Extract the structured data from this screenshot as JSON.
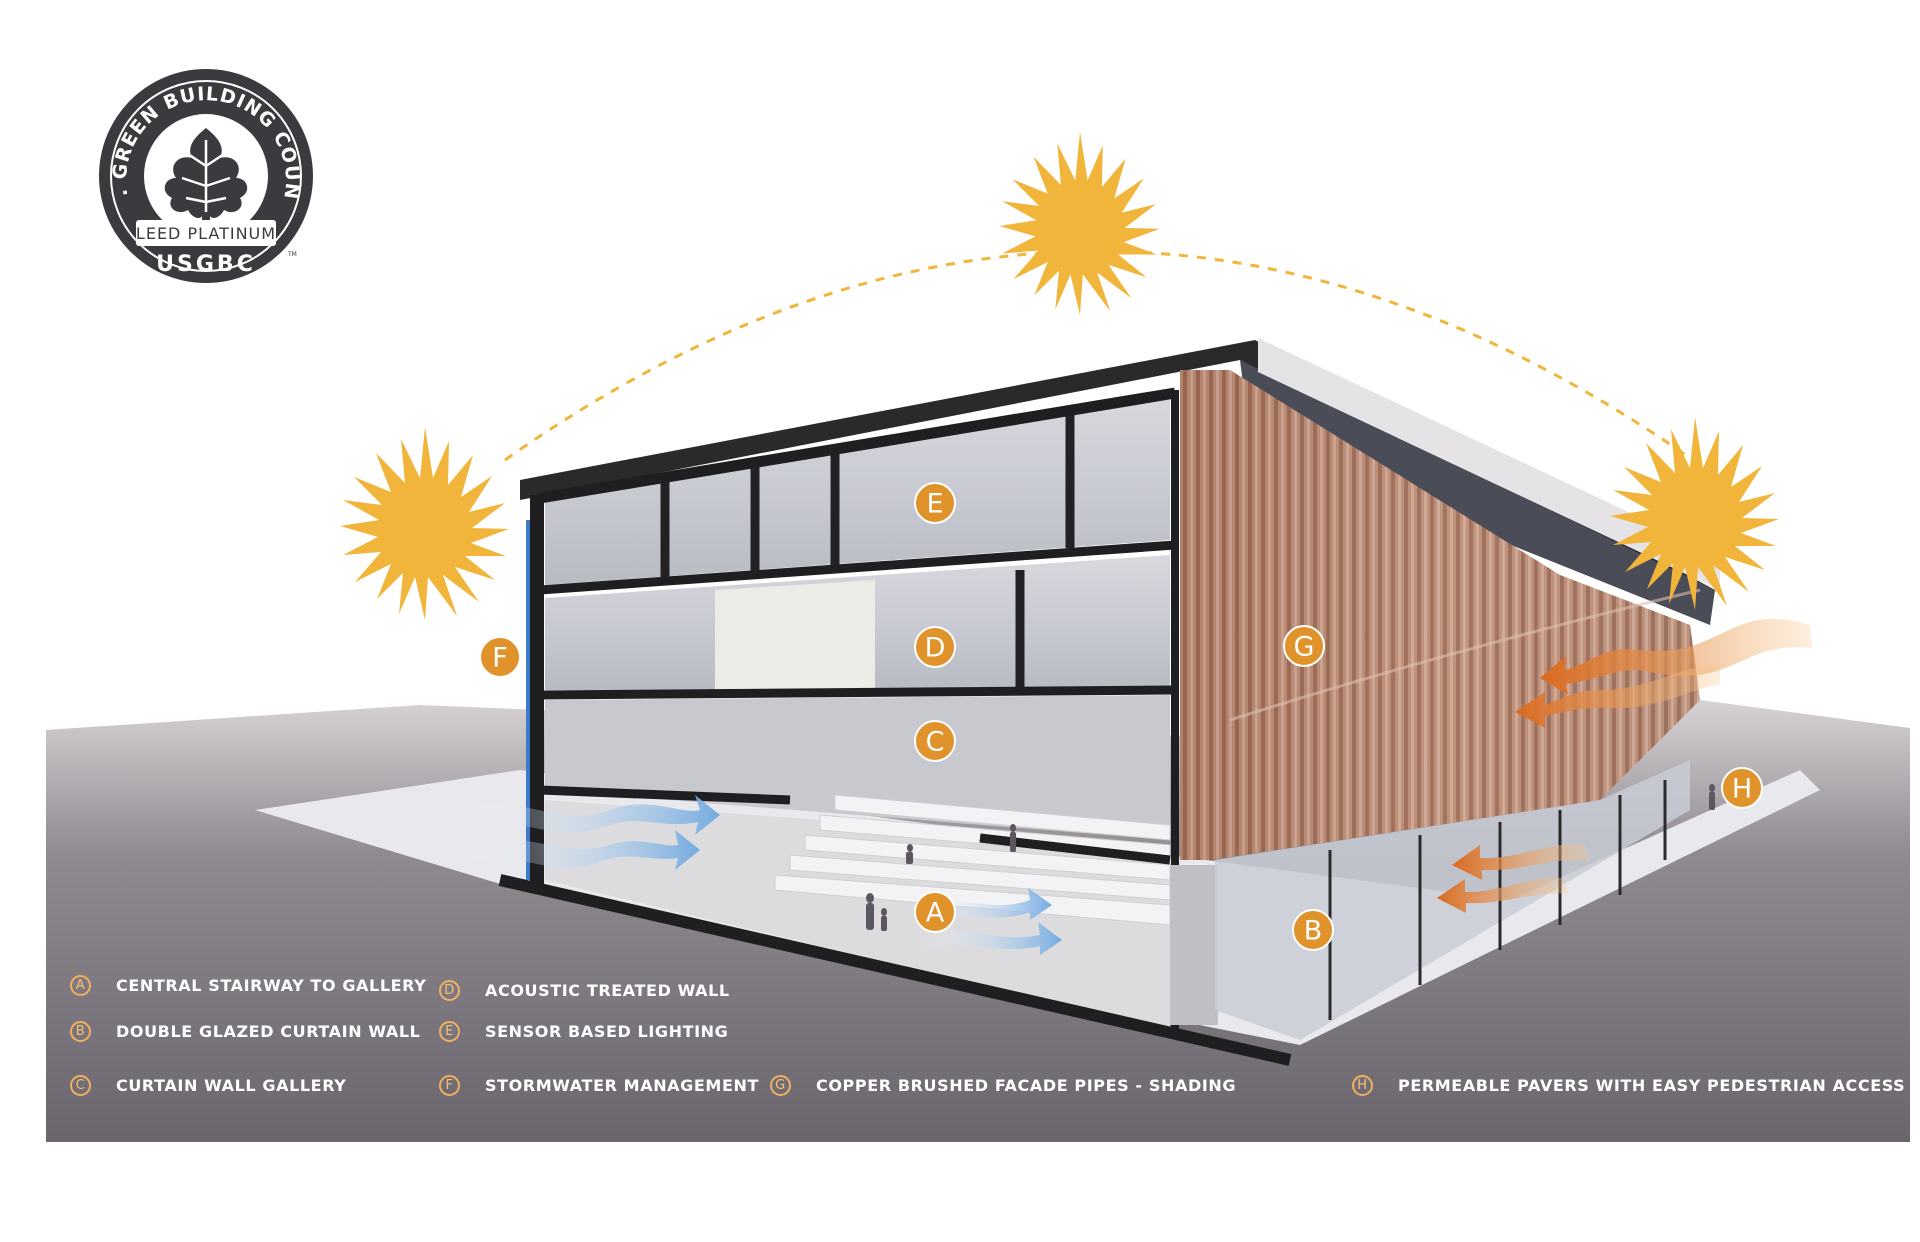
{
  "badge": {
    "ring_text": "U.S. GREEN BUILDING COUNCIL",
    "level": "LEED PLATINUM",
    "org": "USGBC",
    "mark": "TM",
    "icon": "oak-leaf-icon"
  },
  "colors": {
    "sun": "#f2b53b",
    "marker": "#e0932a",
    "ground": "#6e6a71",
    "copper": "#b97f61",
    "airflow_cool": "#7fb6e6",
    "airflow_warm": "#e87a2a",
    "stormwater": "#3f79c9",
    "legend_text": "#ffffff"
  },
  "markers": [
    {
      "id": "A",
      "label": "A"
    },
    {
      "id": "B",
      "label": "B"
    },
    {
      "id": "C",
      "label": "C"
    },
    {
      "id": "D",
      "label": "D"
    },
    {
      "id": "E",
      "label": "E"
    },
    {
      "id": "F",
      "label": "F"
    },
    {
      "id": "G",
      "label": "G"
    },
    {
      "id": "H",
      "label": "H"
    }
  ],
  "legend": [
    {
      "letter": "A",
      "text": "CENTRAL STAIRWAY TO GALLERY"
    },
    {
      "letter": "B",
      "text": "DOUBLE GLAZED CURTAIN WALL"
    },
    {
      "letter": "C",
      "text": "CURTAIN WALL GALLERY"
    },
    {
      "letter": "D",
      "text": "ACOUSTIC TREATED WALL"
    },
    {
      "letter": "E",
      "text": "SENSOR BASED LIGHTING"
    },
    {
      "letter": "F",
      "text": "STORMWATER MANAGEMENT"
    },
    {
      "letter": "G",
      "text": "COPPER BRUSHED FACADE PIPES - SHADING"
    },
    {
      "letter": "H",
      "text": "PERMEABLE PAVERS WITH EASY PEDESTRIAN ACCESS"
    }
  ]
}
